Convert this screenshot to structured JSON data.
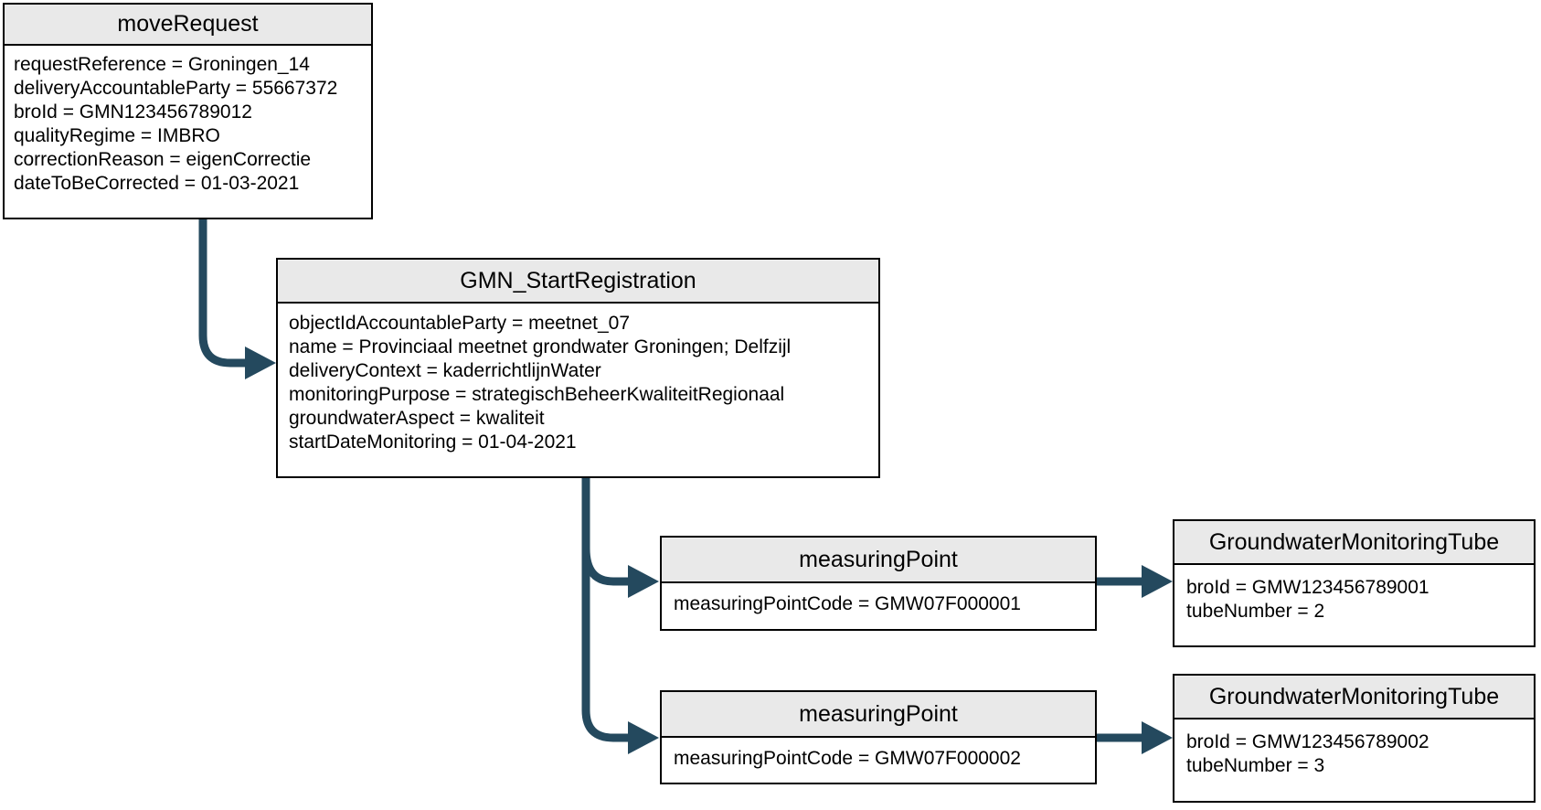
{
  "diagram": {
    "boxes": [
      {
        "title": "moveRequest",
        "attributes": [
          "requestReference = Groningen_14",
          "deliveryAccountableParty = 55667372",
          "broId = GMN123456789012",
          "qualityRegime = IMBRO",
          "correctionReason = eigenCorrectie",
          "dateToBeCorrected = 01-03-2021"
        ]
      },
      {
        "title": "GMN_StartRegistration",
        "attributes": [
          "objectIdAccountableParty = meetnet_07",
          "name = Provinciaal meetnet grondwater Groningen; Delfzijl",
          "deliveryContext = kaderrichtlijnWater",
          "monitoringPurpose = strategischBeheerKwaliteitRegionaal",
          "groundwaterAspect = kwaliteit",
          "startDateMonitoring = 01-04-2021"
        ]
      },
      {
        "title": "measuringPoint",
        "attributes": [
          "measuringPointCode = GMW07F000001"
        ]
      },
      {
        "title": "measuringPoint",
        "attributes": [
          "measuringPointCode = GMW07F000002"
        ]
      },
      {
        "title": "GroundwaterMonitoringTube",
        "attributes": [
          "broId = GMW123456789001",
          "tubeNumber = 2"
        ]
      },
      {
        "title": "GroundwaterMonitoringTube",
        "attributes": [
          "broId = GMW123456789002",
          "tubeNumber = 3"
        ]
      }
    ],
    "connectors": [
      {
        "name": "moveRequest to GMN_StartRegistration"
      },
      {
        "name": "GMN_StartRegistration to measuringPoint 1"
      },
      {
        "name": "GMN_StartRegistration to measuringPoint 2"
      },
      {
        "name": "measuringPoint 1 to GroundwaterMonitoringTube 1"
      },
      {
        "name": "measuringPoint 2 to GroundwaterMonitoringTube 2"
      }
    ],
    "colors": {
      "arrow": "#24495E",
      "header_bg": "#E9E9E9",
      "border": "#000000",
      "box_bg": "#FFFFFF",
      "text": "#000000"
    }
  }
}
